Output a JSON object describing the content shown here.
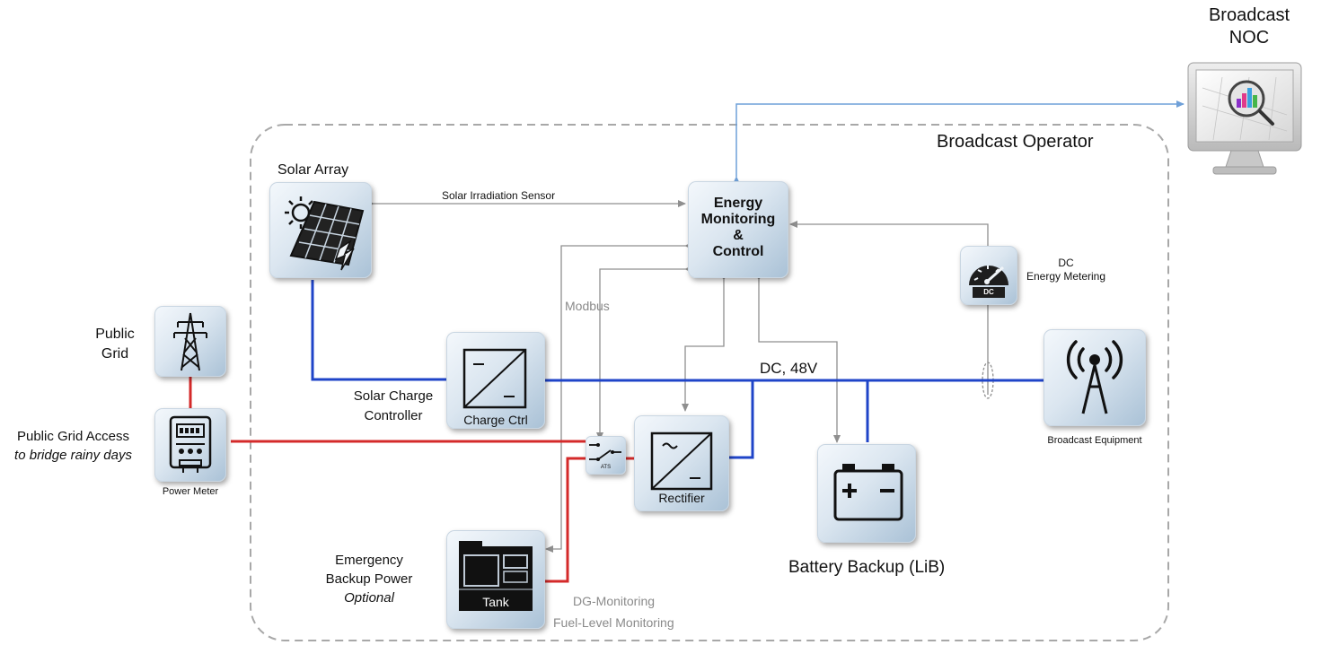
{
  "title": "Broadcast Operator",
  "noc": {
    "line1": "Broadcast",
    "line2": "NOC"
  },
  "nodes": {
    "solar_array": {
      "label": "Solar Array"
    },
    "energy_monitoring": {
      "line1": "Energy",
      "line2": "Monitoring",
      "line3": "&",
      "line4": "Control"
    },
    "dc_metering": {
      "line1": "DC",
      "line2": "Energy Metering",
      "icon_text": "DC"
    },
    "public_grid": {
      "line1": "Public",
      "line2": "Grid"
    },
    "power_meter": {
      "label": "Power Meter"
    },
    "public_grid_access": {
      "line1": "Public Grid Access",
      "line2": "to bridge rainy days"
    },
    "charge_ctrl": {
      "inner": "Charge Ctrl",
      "line1": "Solar Charge",
      "line2": "Controller"
    },
    "ats": {
      "icon_text": "ATS"
    },
    "rectifier": {
      "inner": "Rectifier"
    },
    "battery": {
      "label": "Battery Backup (LiB)"
    },
    "broadcast_equipment": {
      "label": "Broadcast Equipment"
    },
    "generator": {
      "inner": "Tank",
      "line1": "Emergency",
      "line2": "Backup Power",
      "line3": "Optional"
    }
  },
  "links": {
    "solar_irradiation": "Solar Irradiation Sensor",
    "modbus": "Modbus",
    "dc_bus": "DC, 48V",
    "dg_monitoring": "DG-Monitoring",
    "fuel_level": "Fuel-Level Monitoring"
  },
  "colors": {
    "dc_line": "#1f44c8",
    "ac_line": "#d42a2a",
    "control_line": "#8f8f8f",
    "noc_link": "#6fa0d8",
    "boundary": "#a8a8a8"
  }
}
